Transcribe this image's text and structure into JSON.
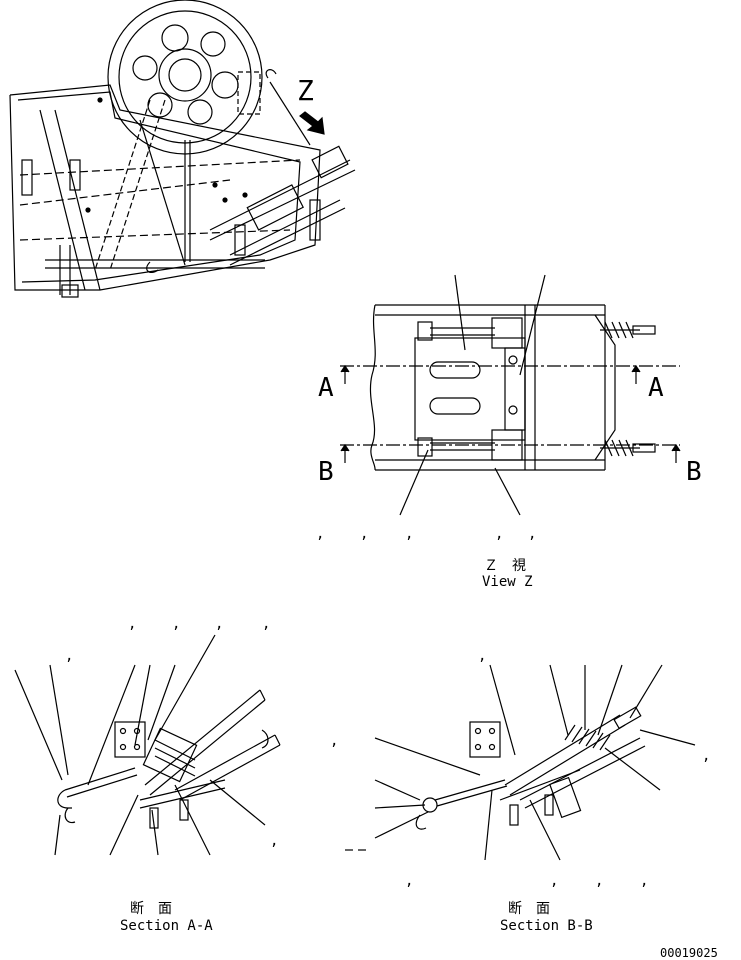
{
  "view_z": {
    "letter": "Z",
    "caption_jp": "Ｚ　視",
    "caption_en": "View Z",
    "section_a": "A",
    "section_b": "B"
  },
  "section_aa": {
    "caption_jp": "断　面",
    "caption_en": "Section A-A"
  },
  "section_bb": {
    "caption_jp": "断　面",
    "caption_en": "Section B-B"
  },
  "drawing_number": "00019025"
}
